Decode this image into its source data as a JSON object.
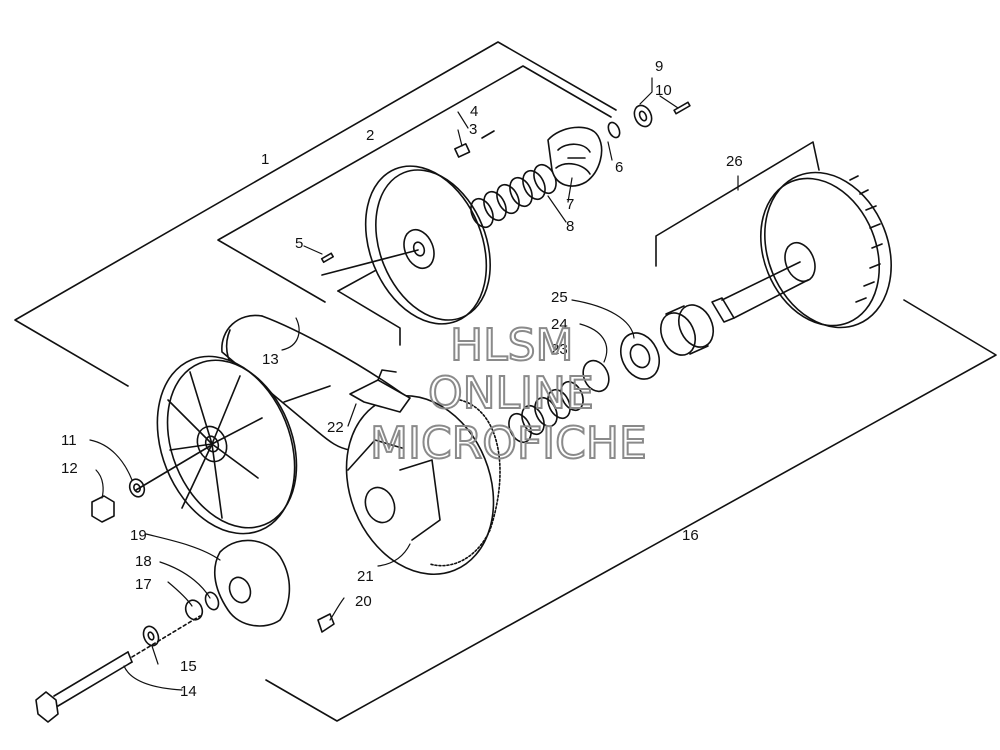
{
  "diagram": {
    "part_labels": [
      "1",
      "2",
      "3",
      "4",
      "5",
      "6",
      "7",
      "8",
      "9",
      "10",
      "11",
      "12",
      "13",
      "14",
      "15",
      "16",
      "17",
      "18",
      "19",
      "20",
      "21",
      "22",
      "23",
      "24",
      "25",
      "26"
    ]
  },
  "watermark": {
    "line1": "HLSM",
    "line2": "ONLINE",
    "line3": "MICROFICHE"
  },
  "colors": {
    "ink": "#111111",
    "watermark": "#8a8a8a",
    "background": "#ffffff"
  }
}
